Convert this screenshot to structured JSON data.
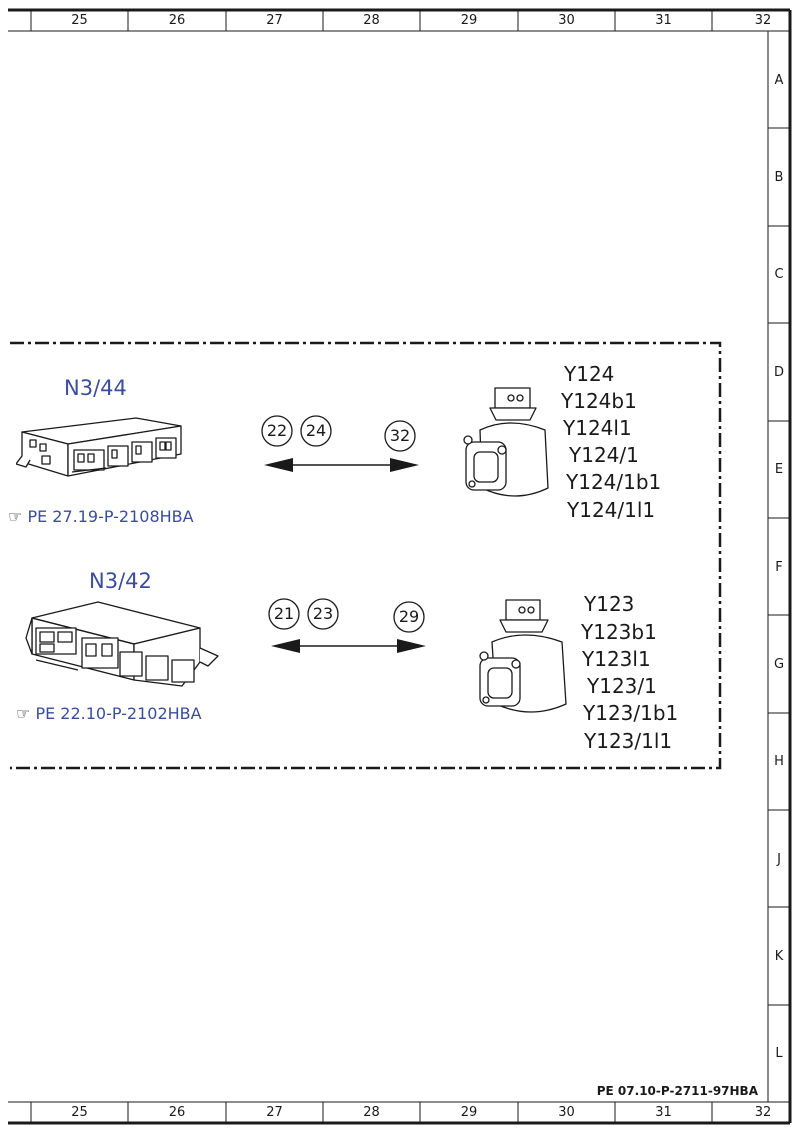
{
  "grid": {
    "columns": [
      "25",
      "26",
      "27",
      "28",
      "29",
      "30",
      "31",
      "32"
    ],
    "rows": [
      "A",
      "B",
      "C",
      "D",
      "E",
      "F",
      "G",
      "H",
      "J",
      "K",
      "L"
    ]
  },
  "module_top": {
    "id": "N3/44",
    "reference": "PE 27.19-P-2108HBA",
    "connector_left": [
      "22",
      "24"
    ],
    "connector_right": "32",
    "valves": [
      "Y124",
      "Y124b1",
      "Y124l1",
      "Y124/1",
      "Y124/1b1",
      "Y124/1l1"
    ]
  },
  "module_bottom": {
    "id": "N3/42",
    "reference": "PE 22.10-P-2102HBA",
    "connector_left": [
      "21",
      "23"
    ],
    "connector_right": "29",
    "valves": [
      "Y123",
      "Y123b1",
      "Y123l1",
      "Y123/1",
      "Y123/1b1",
      "Y123/1l1"
    ]
  },
  "footer_code": "PE 07.10-P-2711-97HBA",
  "colors": {
    "accent": "#3a4d9c",
    "ink": "#1a1a1a"
  }
}
